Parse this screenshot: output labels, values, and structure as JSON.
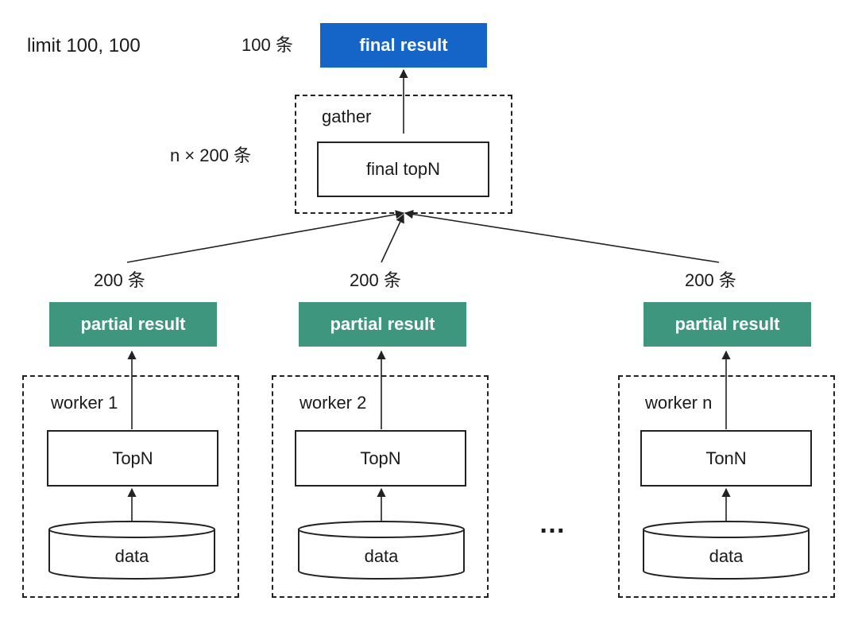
{
  "query": "limit 100, 100",
  "final_count": "100 条",
  "final_result": "final result",
  "gather": {
    "label": "gather",
    "inner": "final topN",
    "count": "n × 200 条"
  },
  "workers": [
    {
      "count": "200 条",
      "partial": "partial result",
      "label": "worker 1",
      "op": "TopN",
      "data": "data"
    },
    {
      "count": "200 条",
      "partial": "partial result",
      "label": "worker 2",
      "op": "TopN",
      "data": "data"
    },
    {
      "count": "200 条",
      "partial": "partial result",
      "label": "worker n",
      "op": "TonN",
      "data": "data"
    }
  ],
  "ellipsis": "…",
  "colors": {
    "blue": "#1565c8",
    "teal": "#3f967f"
  }
}
